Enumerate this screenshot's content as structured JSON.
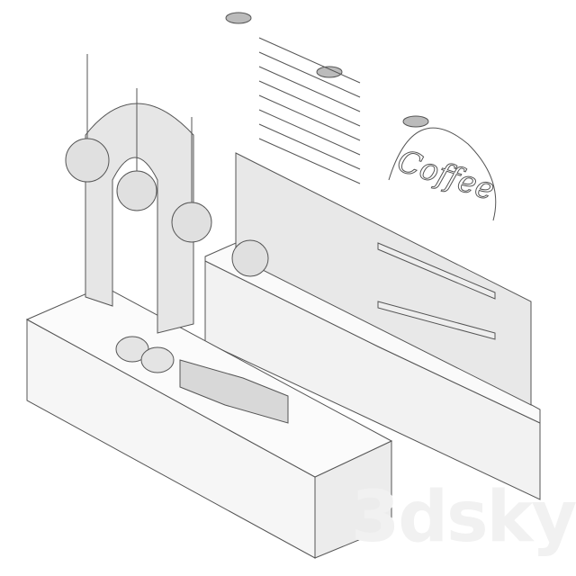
{
  "scene": {
    "description": "3D wireframe/clay render of a cafe bar counter set",
    "neon_sign": {
      "text": "Coffee"
    },
    "watermark": {
      "text": "3dsky"
    },
    "colors": {
      "background": "#ffffff",
      "line": "#555555",
      "surface": "#f4f4f4",
      "shade": "#dddddd"
    }
  }
}
